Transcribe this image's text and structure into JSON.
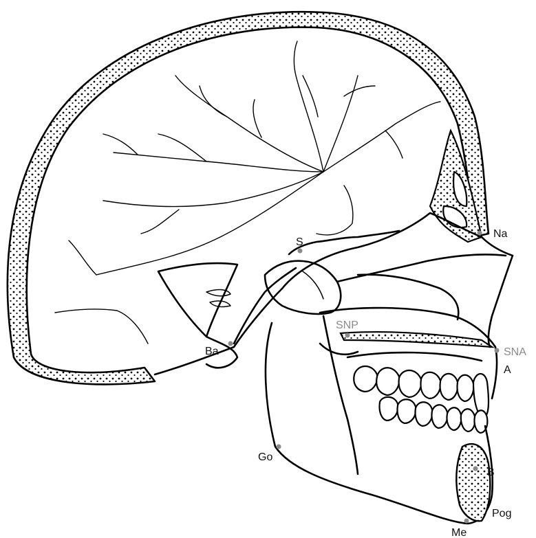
{
  "landmarks": {
    "na": "Na",
    "s": "S",
    "snp": "SNP",
    "sna": "SNA",
    "a": "A",
    "ba": "Ba",
    "go": "Go",
    "b": "B",
    "pog": "Pog",
    "me": "Me"
  },
  "colors": {
    "line": "#000000",
    "landmark_point": "#8a8a8a",
    "label_dark": "#111111",
    "label_grey": "#8a8a8a"
  }
}
